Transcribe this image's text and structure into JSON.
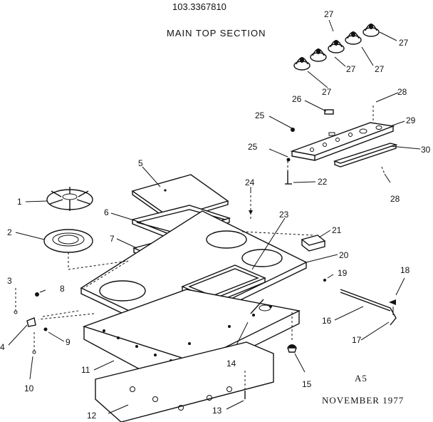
{
  "header": {
    "model_number": "103.3367810",
    "section_title": "MAIN TOP SECTION"
  },
  "footer": {
    "page_code": "A5",
    "date": "NOVEMBER 1977"
  },
  "part_labels": {
    "p1": "1",
    "p2": "2",
    "p3": "3",
    "p4": "4",
    "p5": "5",
    "p6": "6",
    "p7": "7",
    "p8": "8",
    "p9": "9",
    "p10": "10",
    "p11": "11",
    "p12": "12",
    "p13": "13",
    "p14": "14",
    "p15": "15",
    "p16": "16",
    "p17": "17",
    "p18": "18",
    "p19": "19",
    "p20": "20",
    "p21": "21",
    "p22": "22",
    "p23": "23",
    "p24": "24",
    "p25a": "25",
    "p25b": "25",
    "p26": "26",
    "p27a": "27",
    "p27b": "27",
    "p27c": "27",
    "p27d": "27",
    "p27e": "27",
    "p28a": "28",
    "p28b": "28",
    "p29": "29",
    "p30": "30"
  }
}
